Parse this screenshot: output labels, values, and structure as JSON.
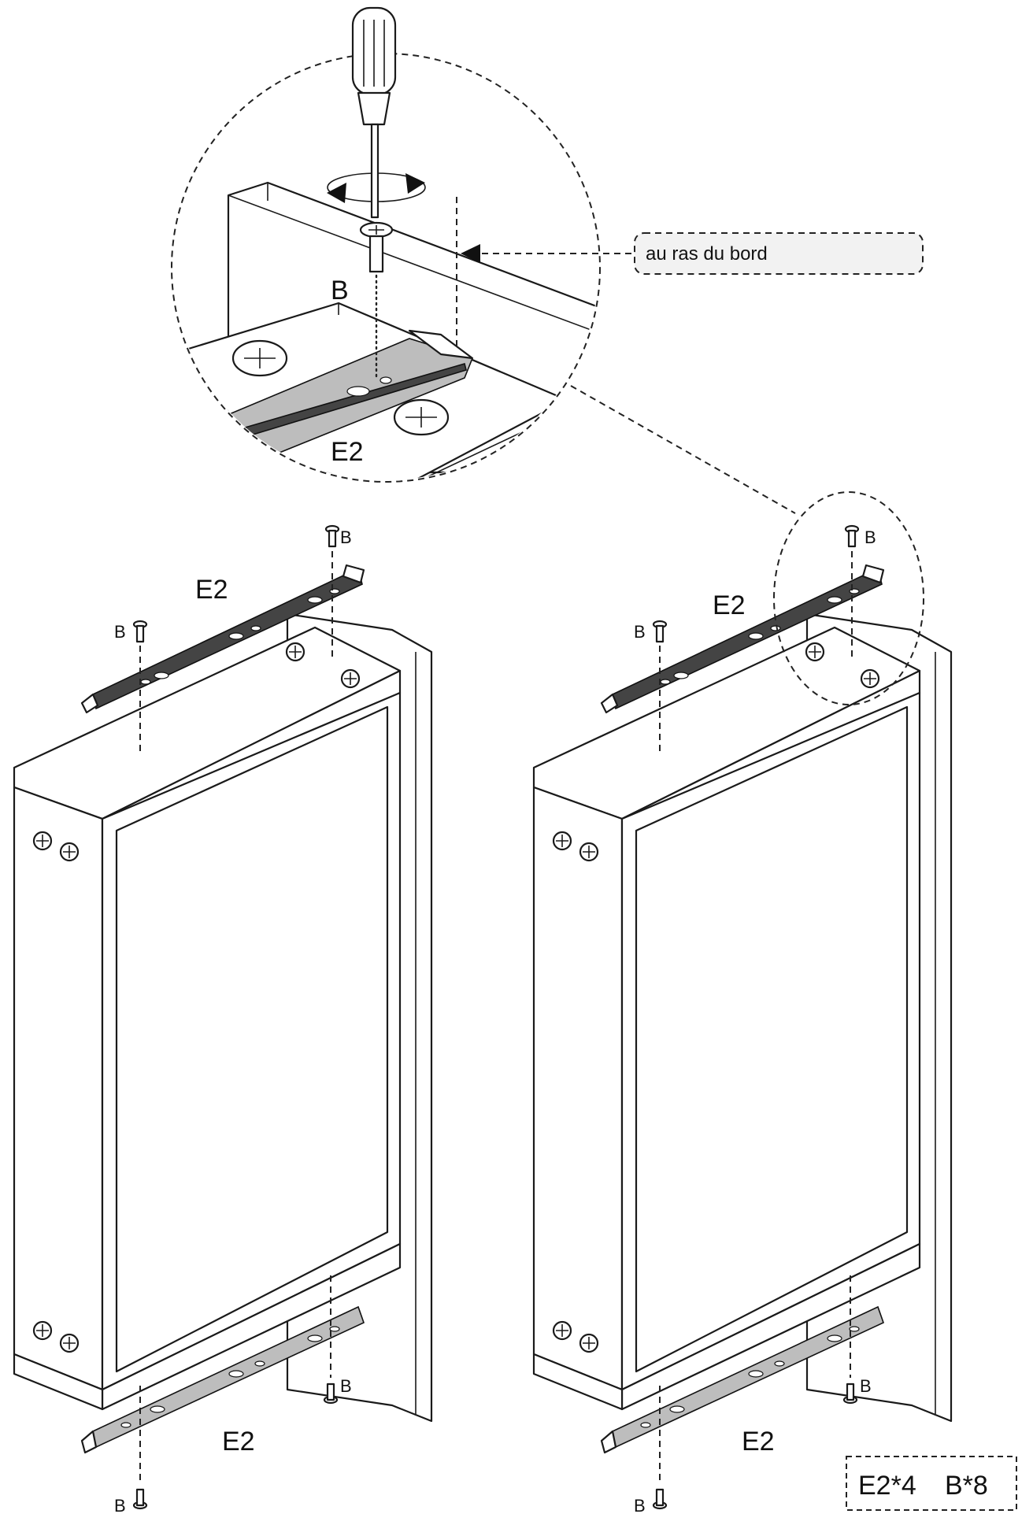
{
  "callout": {
    "text": "au ras du bord"
  },
  "labels": {
    "screw": "B",
    "rail": "E2"
  },
  "parts": {
    "rail_count": "E2*4",
    "screw_count": "B*8"
  },
  "colors": {
    "line": "#1a1a1a",
    "rail_dark": "#444444",
    "rail_light": "#bdbdbd",
    "callout_bg": "#f2f2f2"
  }
}
